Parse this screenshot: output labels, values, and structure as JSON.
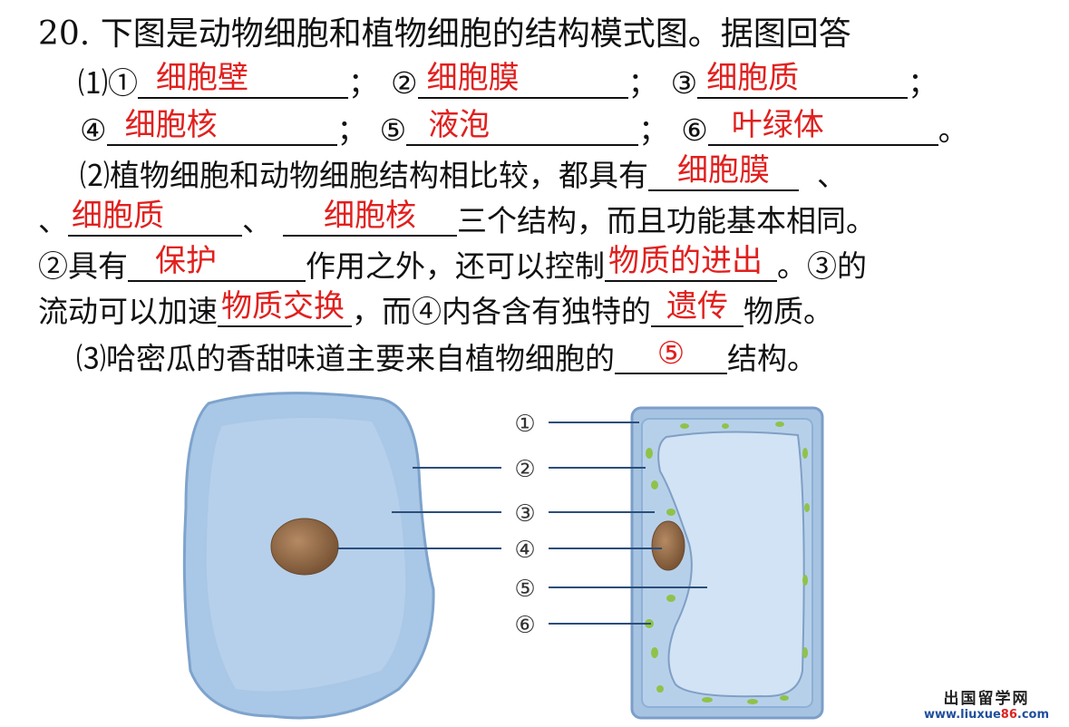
{
  "question": {
    "title": "20. 下图是动物细胞和植物细胞的结构模式图。据图回答",
    "part1": {
      "prefix": "⑴",
      "items": [
        {
          "num": "①",
          "answer": "细胞壁",
          "sep": "；"
        },
        {
          "num": "②",
          "answer": "细胞膜",
          "sep": "；"
        },
        {
          "num": "③",
          "answer": "细胞质",
          "sep": "；"
        },
        {
          "num": "④",
          "answer": "细胞核",
          "sep": "；"
        },
        {
          "num": "⑤",
          "answer": "液泡",
          "sep": "；"
        },
        {
          "num": "⑥",
          "answer": "叶绿体",
          "sep": "。"
        }
      ]
    },
    "part2": {
      "text1": "⑵植物细胞和动物细胞结构相比较，都具有",
      "ans1": "细胞膜",
      "sep1": "、",
      "sep2": "、",
      "ans2": "细胞质",
      "sep3": "、",
      "ans3": "细胞核",
      "text2": "三个结构，而且功能基本相同。",
      "text3": "②具有",
      "ans4": "保护",
      "text4": "作用之外，还可以控制",
      "ans5": "物质的进出",
      "text5": "。③的",
      "text6": "流动可以加速",
      "ans6": "物质交换",
      "text7": "，而④内各含有独特的",
      "ans7": "遗传",
      "text8": "物质。"
    },
    "part3": {
      "text1": "⑶哈密瓜的香甜味道主要来自植物细胞的",
      "ans": "⑤",
      "text2": "结构。"
    }
  },
  "diagram": {
    "labels": [
      "①",
      "②",
      "③",
      "④",
      "⑤",
      "⑥"
    ]
  },
  "watermark": {
    "line1": "出国留学网",
    "url_a": "www.liuxue",
    "url_b": "86",
    "url_c": ".com"
  }
}
